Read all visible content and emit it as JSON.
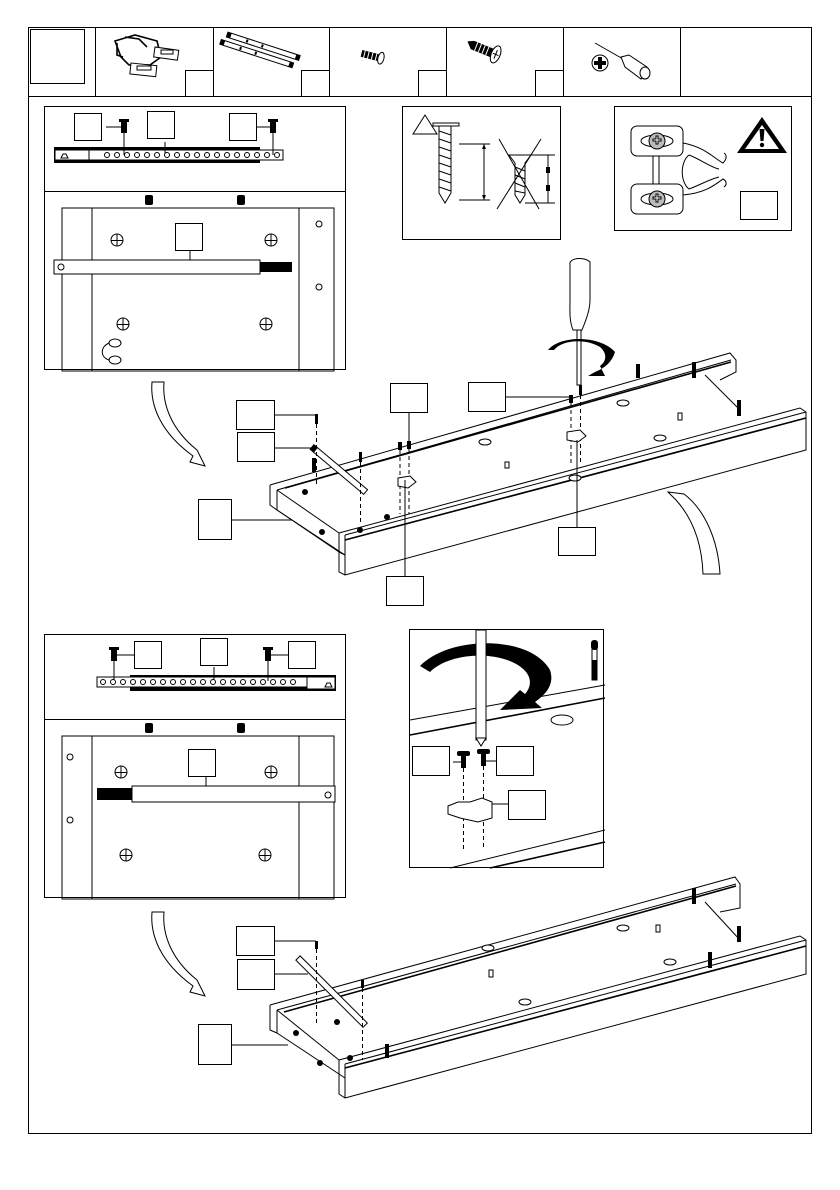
{
  "page": {
    "type": "assembly-instruction-step",
    "step_number": "",
    "colors": {
      "ink": "#000000",
      "paper": "#ffffff",
      "screw_head_fill": "#bbbbbb"
    }
  },
  "parts_header": {
    "parts": [
      {
        "id": "part-1",
        "icon": "bracket-clip-icon",
        "quantity": ""
      },
      {
        "id": "part-2",
        "icon": "drawer-rail-pair-icon",
        "quantity": ""
      },
      {
        "id": "part-3",
        "icon": "short-screw-icon",
        "quantity": ""
      },
      {
        "id": "part-4",
        "icon": "long-pan-head-screw-icon",
        "quantity": ""
      },
      {
        "id": "part-5",
        "icon": "phillips-screwdriver-icon",
        "quantity": ""
      }
    ]
  },
  "panels": {
    "rail_detail_top": {
      "callouts": [
        "",
        "",
        ""
      ],
      "board_callout": ""
    },
    "screw_warning": {
      "caution_label": "",
      "correct_screw": "pan-head",
      "wrong_screw": "countersunk"
    },
    "clip_warning": {
      "warning_icon": "warning-triangle-icon",
      "callout": ""
    },
    "assembly_view_1": {
      "callouts": [
        "",
        "",
        "",
        "",
        "",
        "",
        ""
      ]
    },
    "rail_detail_bottom": {
      "callouts": [
        "",
        "",
        ""
      ],
      "board_callout": ""
    },
    "clip_zoom": {
      "callouts": [
        "",
        "",
        ""
      ]
    },
    "assembly_view_2": {
      "callouts": [
        "",
        "",
        ""
      ]
    }
  }
}
